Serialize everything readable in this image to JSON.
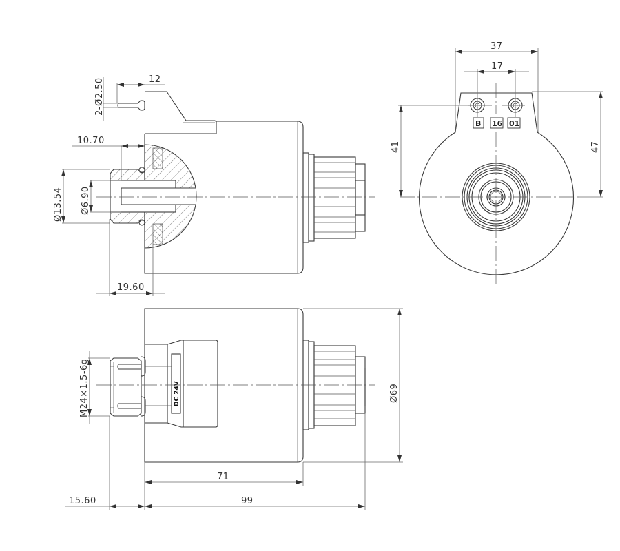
{
  "drawing": {
    "title": "Solenoid coil dimension drawing",
    "views": [
      "side-section-view",
      "end-view",
      "bottom-side-view"
    ],
    "dimensions": {
      "pin_diameter": "2-Ø2.50",
      "pin_offset": "12",
      "flange_offset": "10.70",
      "outer_thread_diameter": "Ø13.54",
      "inner_bore_diameter": "Ø6.90",
      "nut_length": "19.60",
      "connector_width": "37",
      "pin_spacing": "17",
      "pin_center_height": "41",
      "connector_top_height": "47",
      "body_diameter": "Ø69",
      "thread_spec": "M24×1.5-6g",
      "body_length": "71",
      "total_length": "99",
      "nut_offset": "15.60"
    },
    "terminal_labels": [
      "B",
      "16",
      "01"
    ],
    "voltage_stamp": "DC 24V"
  }
}
